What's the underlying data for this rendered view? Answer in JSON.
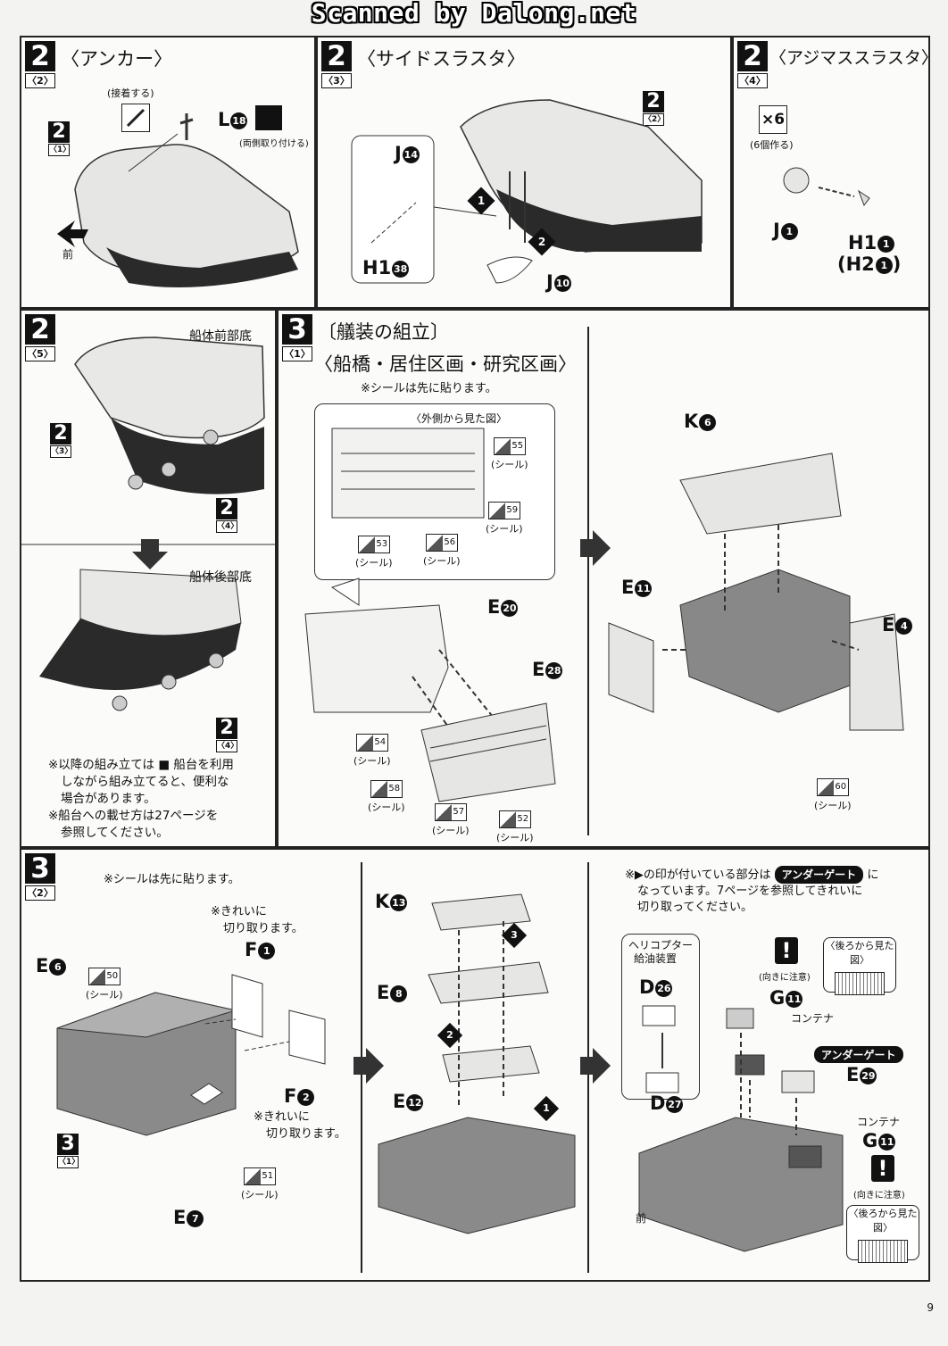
{
  "watermark": "Scanned by Dalong.net",
  "page_number": "9",
  "steps": {
    "s22": {
      "num": "2",
      "sub": "〈2〉",
      "title": "〈アンカー〉",
      "glue": "(接着する)",
      "part_L": "L",
      "part_L_n": "18",
      "both_side": "(両側取り付ける)",
      "ref_num": "2",
      "ref_sub": "〈1〉",
      "front": "前"
    },
    "s23": {
      "num": "2",
      "sub": "〈3〉",
      "title": "〈サイドスラスタ〉",
      "ref_num": "2",
      "ref_sub": "〈2〉",
      "J": "J",
      "J_n": "14",
      "H1": "H1",
      "H1_n": "38",
      "J10": "J",
      "J10_n": "10",
      "o1": "1",
      "o2": "2"
    },
    "s24": {
      "num": "2",
      "sub": "〈4〉",
      "title": "〈アジマススラスタ〉",
      "x6": "×6",
      "make6": "(6個作る)",
      "J": "J",
      "J_n": "1",
      "H1": "H1",
      "H1_n": "1",
      "H2": "(H2",
      "H2_n": "1",
      "H2_close": ")"
    },
    "s25": {
      "num": "2",
      "sub": "〈5〉",
      "front_bottom": "船体前部底",
      "rear_bottom": "船体後部底",
      "ref3_num": "2",
      "ref3_sub": "〈3〉",
      "ref4_num": "2",
      "ref4_sub": "〈4〉",
      "ref4b_num": "2",
      "ref4b_sub": "〈4〉",
      "note_lines": [
        "※以降の組み立ては ■ 船台を利用",
        "しながら組み立てると、便利な",
        "場合があります。",
        "※船台への載せ方は27ページを",
        "参照してください。"
      ]
    },
    "s31": {
      "num": "3",
      "sub": "〈1〉",
      "title": "〔艤装の組立〕",
      "subtitle": "〈船橋・居住区画・研究区画〉",
      "sticker_first": "※シールは先に貼ります。",
      "outside_view": "〈外側から見た図〉",
      "sticker_label": "(シール)",
      "stickers": [
        "55",
        "59",
        "53",
        "56",
        "54",
        "58",
        "57",
        "52",
        "60"
      ],
      "E20": "E",
      "E20_n": "20",
      "E28": "E",
      "E28_n": "28",
      "K6": "K",
      "K6_n": "6",
      "E11": "E",
      "E11_n": "11",
      "E4": "E",
      "E4_n": "4"
    },
    "s32": {
      "num": "3",
      "sub": "〈2〉",
      "sticker_first": "※シールは先に貼ります。",
      "clean_cut": "※きれいに",
      "clean_cut2": "切り取ります。",
      "clean_cut3": "※きれいに",
      "clean_cut4": "切り取ります。",
      "E6": "E",
      "E6_n": "6",
      "F1": "F",
      "F1_n": "1",
      "F2": "F",
      "F2_n": "2",
      "E7": "E",
      "E7_n": "7",
      "st50": "50",
      "st51": "51",
      "sticker_label": "(シール)",
      "ref_num": "3",
      "ref_sub": "〈1〉",
      "K13": "K",
      "K13_n": "13",
      "E8": "E",
      "E8_n": "8",
      "E12": "E",
      "E12_n": "12",
      "o1": "1",
      "o2": "2",
      "o3": "3",
      "undergate_note1": "※▶の印が付いている部分は",
      "undergate_pill": "アンダーゲート",
      "undergate_note1b": "に",
      "undergate_note2": "なっています。7ページを参照してきれいに",
      "undergate_note3": "切り取ってください。",
      "heli_label1": "ヘリコプター",
      "heli_label2": "給油装置",
      "D26": "D",
      "D26_n": "26",
      "D27": "D",
      "D27_n": "27",
      "warn_label": "(向きに注意)",
      "rear_view": "〈後ろから見た図〉",
      "G11": "G",
      "G11_n": "11",
      "container": "コンテナ",
      "E29": "E",
      "E29_n": "29",
      "undergate_pill2": "アンダーゲート",
      "container2": "コンテナ",
      "G11b": "G",
      "G11b_n": "11",
      "warn_label2": "(向きに注意)",
      "rear_view2": "〈後ろから見た図〉",
      "front": "前"
    }
  }
}
